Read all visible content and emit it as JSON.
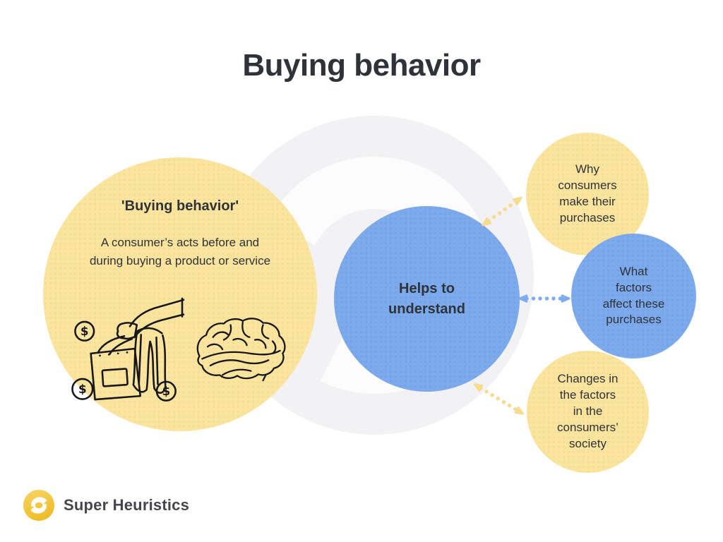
{
  "title": "Buying behavior",
  "definition": {
    "heading": "'Buying behavior'",
    "body": "A consumer’s acts before and during buying a product or service",
    "body_lines": [
      "A consumer’s acts before and",
      "during buying a product or service"
    ]
  },
  "hub": {
    "label": "Helps to understand",
    "lines": [
      "Helps to",
      "understand"
    ]
  },
  "outcomes": [
    {
      "id": "why",
      "label": "Why consumers make their purchases",
      "lines": [
        "Why",
        "consumers",
        "make their",
        "purchases"
      ],
      "color": "yellow"
    },
    {
      "id": "factors",
      "label": "What factors affect these purchases",
      "lines": [
        "What",
        "factors",
        "affect these",
        "purchases"
      ],
      "color": "blue"
    },
    {
      "id": "changes",
      "label": "Changes in the factors in the consumers’ society",
      "lines": [
        "Changes in",
        "the factors",
        "in the",
        "consumers’",
        "society"
      ],
      "color": "yellow"
    }
  ],
  "footer": {
    "brand": "Super Heuristics"
  },
  "icons": {
    "left_circle": [
      "shopping-bags-icon",
      "brain-icon"
    ],
    "logo": "super-heuristics-logo-icon"
  },
  "colors": {
    "yellow": "#FAE49E",
    "blue": "#7CAAEC",
    "arrow_yellow": "#F5DB90",
    "arrow_blue": "#7FACEE",
    "text_dark": "#303239",
    "ink": "#17171B",
    "watermark": "#F2F2F4",
    "logo_gold": "#F2C843",
    "brand_text": "#45464C"
  }
}
